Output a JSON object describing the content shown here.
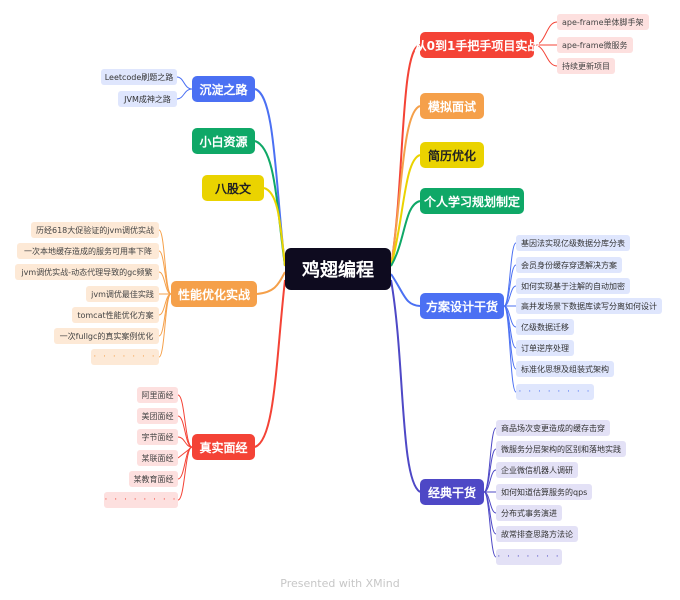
{
  "root": "鸡翅编程",
  "colors": {
    "red": "#f44336",
    "orange": "#f5a04a",
    "yellow": "#ead300",
    "green": "#0fa867",
    "blue": "#4b70f3",
    "indigo": "#4e48c6",
    "blue_leaf_bg": "#dfe6fd",
    "red_leaf_bg": "#fde0df",
    "orange_leaf_bg": "#fde9d6",
    "indigo_leaf_bg": "#e3e1f6"
  },
  "branches": {
    "scratch_project": {
      "label": "从0到1手把手项目实战",
      "children": [
        "ape-frame单体脚手架",
        "ape-frame微服务",
        "持续更新项目"
      ]
    },
    "mock_interview": {
      "label": "模拟面试"
    },
    "resume": {
      "label": "简历优化"
    },
    "study_plan": {
      "label": "个人学习规划制定"
    },
    "solution_design": {
      "label": "方案设计干货",
      "children": [
        "基因法实现亿级数据分库分表",
        "会员身份缓存穿透解决方案",
        "如何实现基于注解的自动加密",
        "高并发场景下数据库读写分离如何设计",
        "亿级数据迁移",
        "订单逆序处理",
        "标准化思想及组装式架构"
      ],
      "more": "· · · · · · · ·"
    },
    "classic": {
      "label": "经典干货",
      "children": [
        "商品场次变更造成的缓存击穿",
        "微服务分层架构的区别和落地实践",
        "企业微信机器人调研",
        "如何知道估算服务的qps",
        "分布式事务演进",
        "故常排查思路方法论"
      ],
      "more": "· · · · · · ·"
    },
    "settle": {
      "label": "沉淀之路",
      "children": [
        "Leetcode刷题之路",
        "JVM成神之路"
      ]
    },
    "beginner": {
      "label": "小白资源"
    },
    "bagu": {
      "label": "八股文"
    },
    "perf": {
      "label": "性能优化实战",
      "children": [
        "历经618大促验证的jvm调优实战",
        "一次本地缓存造成的服务可用率下降",
        "jvm调优实战-动态代理导致的gc频繁",
        "jvm调优最佳实践",
        "tomcat性能优化方案",
        "一次fullgc的真实案例优化"
      ],
      "more": "· · · · · · ·"
    },
    "interview": {
      "label": "真实面经",
      "children": [
        "阿里面经",
        "美团面经",
        "字节面经",
        "某联面经",
        "某教育面经"
      ],
      "more": "· · · · · · · ·"
    }
  },
  "watermark": "Presented with XMind"
}
